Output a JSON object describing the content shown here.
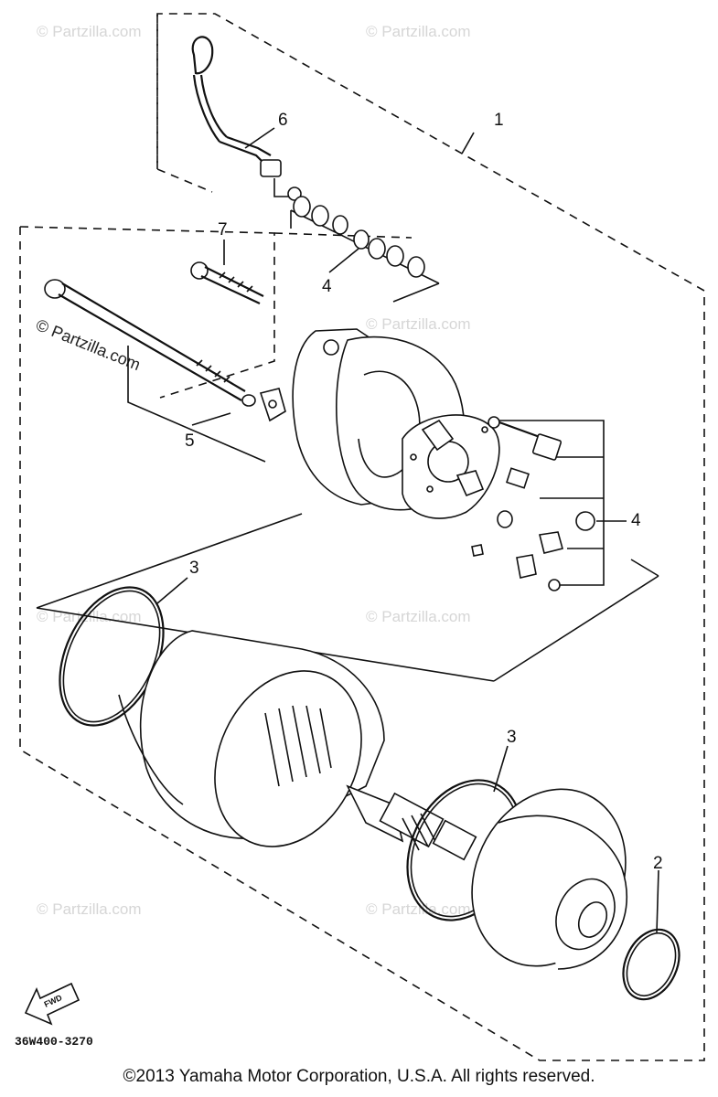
{
  "diagram": {
    "callouts": [
      {
        "id": "1",
        "text": "1"
      },
      {
        "id": "2",
        "text": "2"
      },
      {
        "id": "3a",
        "text": "3"
      },
      {
        "id": "3b",
        "text": "3"
      },
      {
        "id": "4a",
        "text": "4"
      },
      {
        "id": "4b",
        "text": "4"
      },
      {
        "id": "5",
        "text": "5"
      },
      {
        "id": "6",
        "text": "6"
      },
      {
        "id": "7",
        "text": "7"
      }
    ],
    "drawing_code": "36W400-3270",
    "fwd_label": "FWD",
    "watermark": "© Partzilla.com"
  },
  "footer": {
    "copyright": "©2013 Yamaha Motor Corporation, U.S.A. All rights reserved."
  }
}
